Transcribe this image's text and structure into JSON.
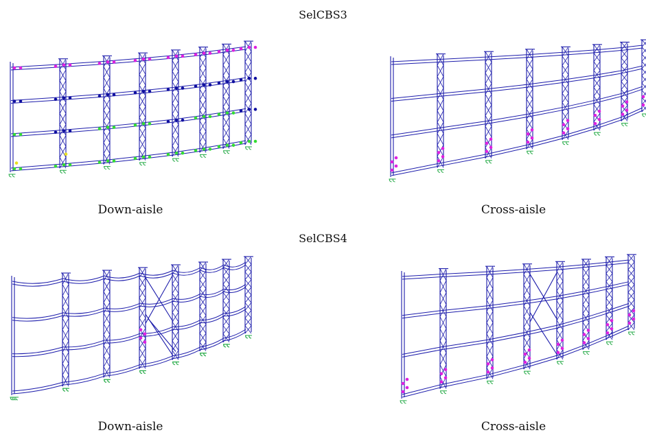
{
  "figure": {
    "groups": [
      {
        "title": "SelCBS3",
        "panels": [
          {
            "caption": "Down-aisle",
            "hinges": "mixed"
          },
          {
            "caption": "Cross-aisle",
            "hinges": "base"
          }
        ]
      },
      {
        "title": "SelCBS4",
        "panels": [
          {
            "caption": "Down-aisle",
            "hinges": "base",
            "bracing": "diagonal"
          },
          {
            "caption": "Cross-aisle",
            "hinges": "base",
            "bracing": "diagonal"
          }
        ]
      }
    ],
    "colors": {
      "frame": "#1a1aaa",
      "support": "#22aa44",
      "hinge_magenta": "#e020e0",
      "hinge_blue": "#1010a0",
      "hinge_green": "#33dd33",
      "hinge_yellow": "#e8e020"
    }
  }
}
